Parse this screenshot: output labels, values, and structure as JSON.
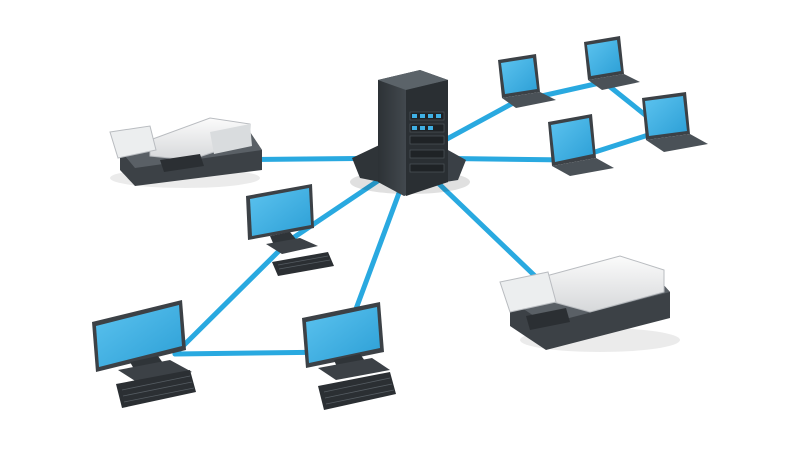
{
  "diagram": {
    "type": "network-topology",
    "cable_color": "#29a9e0",
    "screen_color": "#3fb0e4",
    "device_body_color": "#3c4146",
    "device_light_color": "#f2f2f2",
    "hub": {
      "kind": "server",
      "icon": "server-tower-icon"
    },
    "nodes": [
      {
        "id": "printer-left",
        "kind": "printer",
        "icon": "printer-icon"
      },
      {
        "id": "printer-right",
        "kind": "printer",
        "icon": "printer-icon"
      },
      {
        "id": "desktop-top",
        "kind": "desktop",
        "icon": "desktop-monitor-icon"
      },
      {
        "id": "desktop-bottom-left",
        "kind": "desktop",
        "icon": "desktop-monitor-icon"
      },
      {
        "id": "desktop-bottom-center",
        "kind": "desktop",
        "icon": "desktop-monitor-icon"
      },
      {
        "id": "laptop-1",
        "kind": "laptop",
        "icon": "laptop-icon"
      },
      {
        "id": "laptop-2",
        "kind": "laptop",
        "icon": "laptop-icon"
      },
      {
        "id": "laptop-3",
        "kind": "laptop",
        "icon": "laptop-icon"
      },
      {
        "id": "laptop-4",
        "kind": "laptop",
        "icon": "laptop-icon"
      }
    ],
    "links": [
      [
        "server",
        "printer-left"
      ],
      [
        "server",
        "printer-right"
      ],
      [
        "server",
        "desktop-top"
      ],
      [
        "server",
        "desktop-bottom-center"
      ],
      [
        "server",
        "laptop-1"
      ],
      [
        "server",
        "laptop-3"
      ],
      [
        "desktop-top",
        "desktop-bottom-left"
      ],
      [
        "desktop-bottom-left",
        "desktop-bottom-center"
      ],
      [
        "laptop-1",
        "laptop-2"
      ],
      [
        "laptop-2",
        "laptop-4"
      ],
      [
        "laptop-3",
        "laptop-4"
      ]
    ]
  }
}
